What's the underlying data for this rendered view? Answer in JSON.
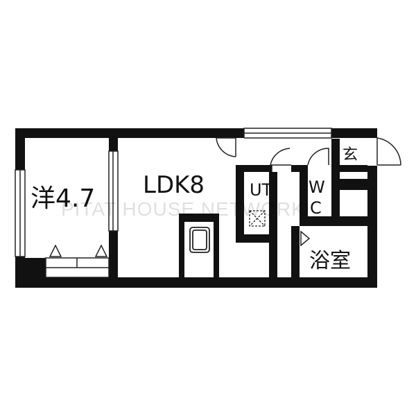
{
  "floor_plan": {
    "rooms": {
      "western_room": {
        "label": "洋4.7"
      },
      "ldk": {
        "label": "LDK8"
      },
      "utility": {
        "label": "UT"
      },
      "toilet": {
        "label_line1": "W",
        "label_line2": "C"
      },
      "entrance": {
        "label": "玄"
      },
      "bathroom": {
        "label": "浴室"
      }
    },
    "watermark": "PITAT HOUSE NETWORK",
    "colors": {
      "wall": "#111111",
      "background": "#ffffff",
      "line": "#222222"
    },
    "icons": [
      "sliding-door-icon",
      "swing-door-icon",
      "kitchen-sink-icon",
      "washer-space-icon",
      "closet-marker-icon"
    ]
  }
}
